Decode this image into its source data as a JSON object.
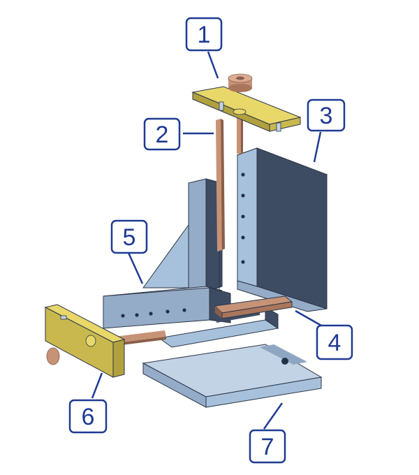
{
  "colors": {
    "callout": "#1f3a93",
    "steel_front": "#3d4c63",
    "steel_side": "#95acc8",
    "steel_top": "#c2d3e6",
    "steel_light": "#a7c1dc",
    "brass_top": "#e8d86a",
    "brass_side": "#b0a13e",
    "copper": "#c69377",
    "copper_dark": "#8a5e49"
  },
  "callouts": [
    {
      "label": "1",
      "part": "top-brass-plate-with-screw"
    },
    {
      "label": "2",
      "part": "thin-copper-rod"
    },
    {
      "label": "3",
      "part": "upright-steel-block"
    },
    {
      "label": "4",
      "part": "horizontal-copper-bar"
    },
    {
      "label": "5",
      "part": "l-shaped-bracket"
    },
    {
      "label": "6",
      "part": "side-brass-plate-with-rod"
    },
    {
      "label": "7",
      "part": "base-block"
    }
  ]
}
